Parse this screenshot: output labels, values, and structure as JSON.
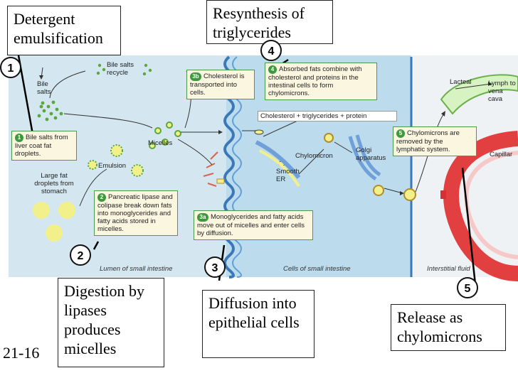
{
  "callouts": {
    "detergent": "Detergent emulsification",
    "resynthesis": "Resynthesis of triglycerides",
    "digestion": "Digestion by lipases produces micelles",
    "diffusion": "Diffusion into epithelial cells",
    "release": "Release as chylomicrons"
  },
  "markers": {
    "m1": "1",
    "m2": "2",
    "m3": "3",
    "m4": "4",
    "m5": "5"
  },
  "slide_number": "21-16",
  "notes": {
    "n1": {
      "step": "1",
      "text": "Bile salts from liver coat fat droplets."
    },
    "n2": {
      "step": "2",
      "text": "Pancreatic lipase and colipase break down fats into monoglycerides and fatty acids stored in micelles."
    },
    "n3a": {
      "step": "3a",
      "text": "Monoglycerides and fatty acids move out of micelles and enter cells by diffusion."
    },
    "n3b": {
      "step": "3b",
      "text": "Cholesterol is transported into cells."
    },
    "n4": {
      "step": "4",
      "text": "Absorbed fats combine with cholesterol and proteins in the intestinal cells to form chylomicrons."
    },
    "n5": {
      "step": "5",
      "text": "Chylomicrons are removed by the lymphatic system."
    }
  },
  "labels": {
    "bile_salts_recycle": "Bile salts recycle",
    "bile_salts": "Bile salts",
    "micelles": "Micelles",
    "emulsion": "Emulsion",
    "large_fat": "Large fat droplets from stomach",
    "chol_tri_protein": "Cholesterol + triglycerides + protein",
    "chylomicron": "Chylomicron",
    "golgi": "Golgi apparatus",
    "smooth_er": "Smooth ER",
    "lacteal": "Lacteal",
    "lymph": "Lymph to vena cava",
    "capillary": "Capillar"
  },
  "regions": {
    "lumen": "Lumen of small intestine",
    "cells": "Cells of small intestine",
    "interstitial": "Interstitial fluid"
  },
  "colors": {
    "lumen_bg": "#d4e7f0",
    "cell_bg": "#bcdcee",
    "membrane": "#3a78b8",
    "fat": "#f2f08a",
    "bile": "#5aa83a",
    "note_border": "#4c9a4c",
    "capillary": "#e24040"
  }
}
